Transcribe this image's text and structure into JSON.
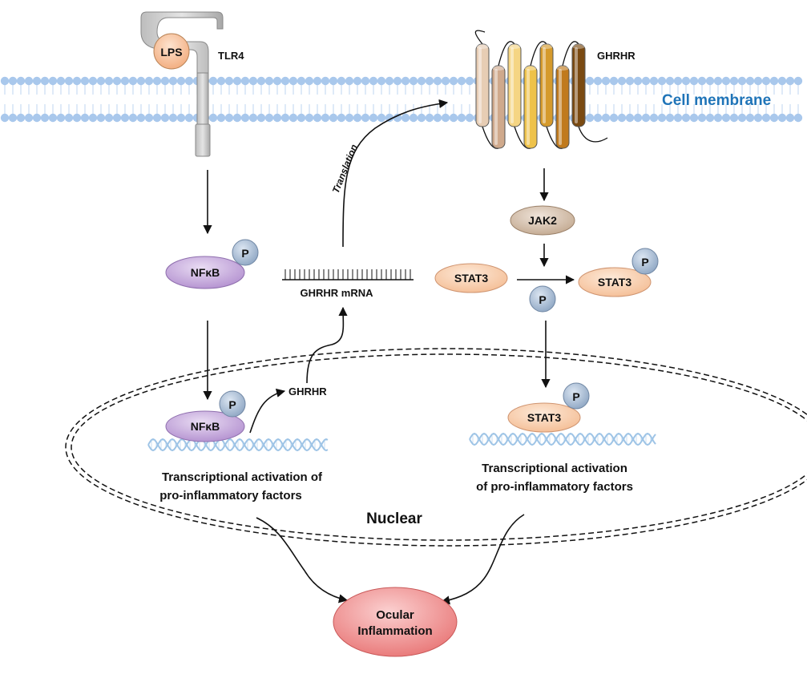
{
  "labels": {
    "lps": "LPS",
    "tlr4": "TLR4",
    "ghrhr_receptor": "GHRHR",
    "cell_membrane": "Cell membrane",
    "translation": "Translation",
    "jak2": "JAK2",
    "nfkb_cytoplasm": "NFκB",
    "phospho_nfkb_cytoplasm": "P",
    "ghrhr_mrna": "GHRHR mRNA",
    "stat3_unphosphorylated": "STAT3",
    "phosphate_free": "P",
    "stat3_phosphorylated": "STAT3",
    "phospho_stat3_cytoplasm": "P",
    "ghrhr_gene": "GHRHR",
    "nfkb_nucleus": "NFκB",
    "phospho_nfkb_nucleus": "P",
    "stat3_nucleus": "STAT3",
    "phospho_stat3_nucleus": "P",
    "transcription_left_line1": "Transcriptional activation of",
    "transcription_left_line2": "pro-inflammatory factors",
    "transcription_right_line1": "Transcriptional activation",
    "transcription_right_line2": "of pro-inflammatory factors",
    "nuclear": "Nuclear",
    "ocular_line1": "Ocular",
    "ocular_line2": "Inflammation"
  },
  "colors": {
    "membrane": "#a9c8ec",
    "membrane_text": "#1f74b8",
    "nfkb": "#c9a9df",
    "stat3": "#f9d4b4",
    "phospho": "#a7b9cf",
    "jak2": "#d8c3b1",
    "lps": "#f7caa8",
    "tlr4": "#c9c9c9",
    "ocular": "#f08c8c",
    "dna": "#9ec4e6",
    "helix_colors": [
      "#ececec",
      "#e7cdb4",
      "#cfa98c",
      "#f5d583",
      "#eec24a",
      "#d59a2c",
      "#c07a1d",
      "#7a4a12"
    ]
  }
}
